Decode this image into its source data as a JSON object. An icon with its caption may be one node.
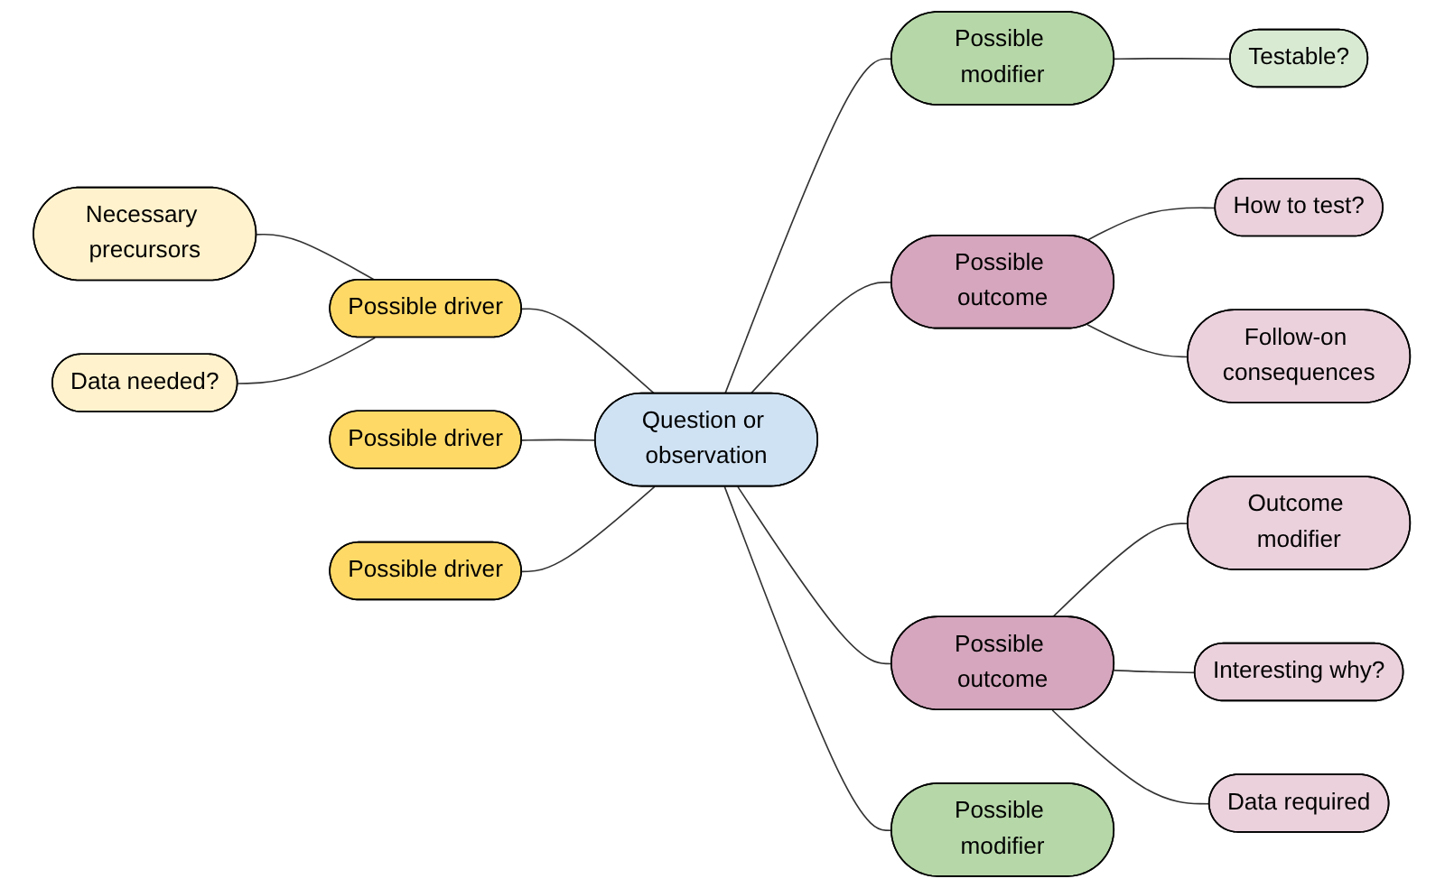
{
  "diagram": {
    "nodes": [
      {
        "text": [
          "Testable?"
        ]
      },
      {
        "text": [
          "How to test?"
        ]
      },
      {
        "text": [
          "Necessary precursors"
        ]
      },
      {
        "text": [
          "Follow-on consequences"
        ]
      },
      {
        "text": [
          "Possible modifier"
        ]
      },
      {
        "text": [
          "Data needed?"
        ]
      },
      {
        "text": [
          "Possible driver"
        ]
      },
      {
        "text": [
          "Possible outcome"
        ]
      },
      {
        "text": [
          "Outcome modifier"
        ]
      },
      {
        "text": [
          "Possible driver"
        ]
      },
      {
        "text": [
          "Question or observation"
        ]
      },
      {
        "text": [
          "Possible outcome"
        ]
      },
      {
        "text": [
          "Interesting why?"
        ]
      },
      {
        "text": [
          "Possible driver"
        ]
      },
      {
        "text": [
          "Possible modifier"
        ]
      },
      {
        "text": [
          "Data required"
        ]
      }
    ],
    "edges": [
      {
        "from": 2,
        "to": 6,
        "arrow": "none"
      },
      {
        "from": 5,
        "to": 6,
        "arrow": "none"
      },
      {
        "from": 6,
        "to": 10,
        "arrow": "none"
      },
      {
        "from": 9,
        "to": 10,
        "arrow": "none"
      },
      {
        "from": 13,
        "to": 10,
        "arrow": "none"
      },
      {
        "from": 10,
        "to": 4,
        "arrow": "none"
      },
      {
        "from": 10,
        "to": 7,
        "arrow": "none"
      },
      {
        "from": 10,
        "to": 11,
        "arrow": "none"
      },
      {
        "from": 10,
        "to": 14,
        "arrow": "none"
      },
      {
        "from": 4,
        "to": 0,
        "arrow": "none"
      },
      {
        "from": 7,
        "to": 1,
        "arrow": "none"
      },
      {
        "from": 7,
        "to": 3,
        "arrow": "none"
      },
      {
        "from": 11,
        "to": 8,
        "arrow": "none"
      },
      {
        "from": 11,
        "to": 12,
        "arrow": "none"
      },
      {
        "from": 11,
        "to": 15,
        "arrow": "none"
      }
    ]
  }
}
